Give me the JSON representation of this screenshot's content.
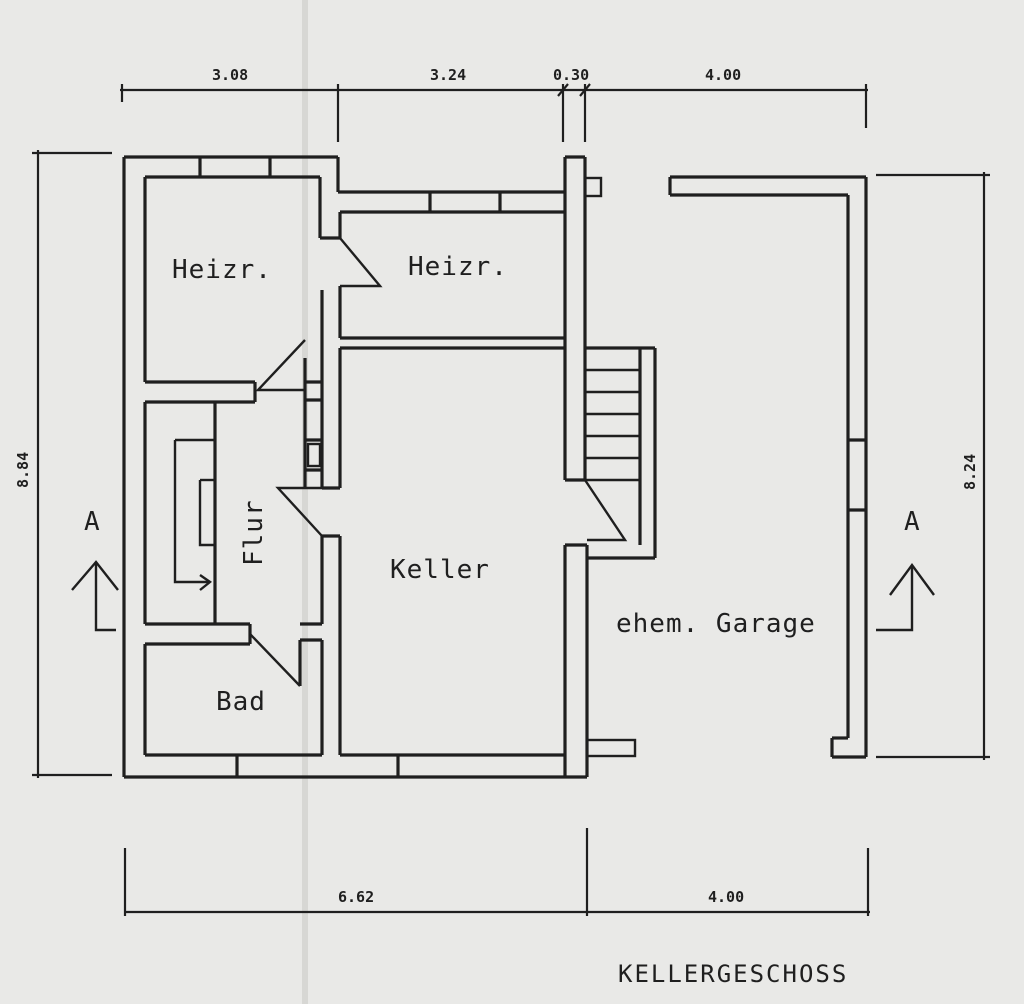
{
  "title": "KELLERGESCHOSS",
  "rooms": {
    "heizr_left": "Heizr.",
    "heizr_right": "Heizr.",
    "flur": "Flur",
    "keller": "Keller",
    "bad": "Bad",
    "garage": "ehem. Garage"
  },
  "dimensions": {
    "top_1": "3.08",
    "top_2": "3.24",
    "top_3": "0.30",
    "top_4": "4.00",
    "bottom_1": "6.62",
    "bottom_2": "4.00",
    "left_height": "8.84",
    "right_height": "8.24"
  },
  "section_marks": {
    "left": "A",
    "right": "A"
  }
}
